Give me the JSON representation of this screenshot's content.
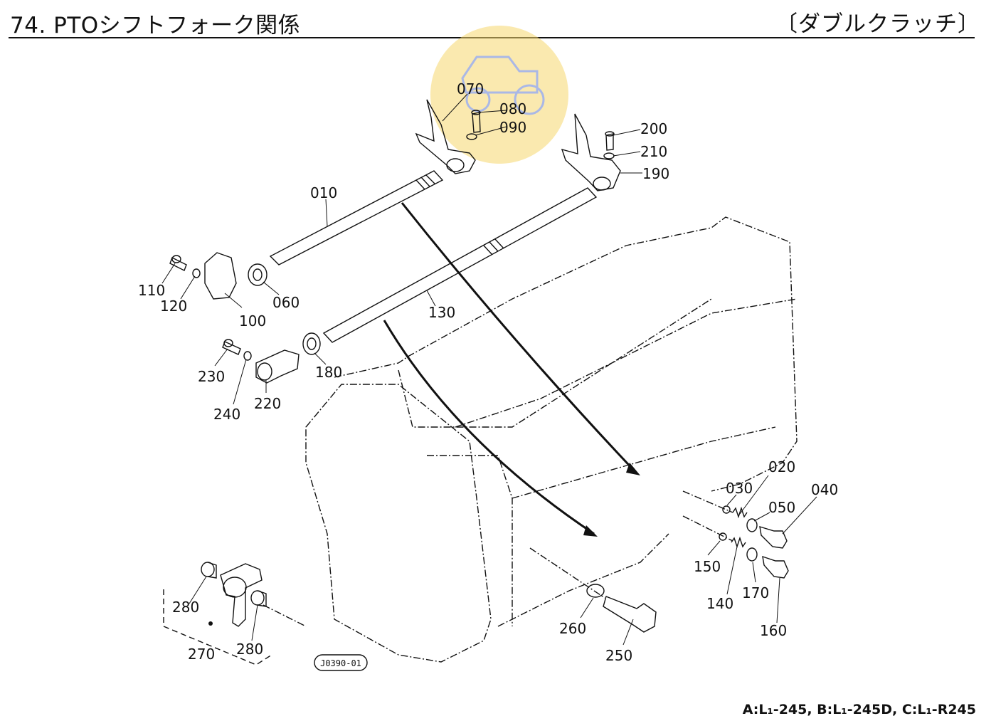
{
  "header": {
    "title": "74. PTOシフトフォーク関係",
    "variant": "〔ダブルクラッチ〕"
  },
  "parts": [
    {
      "id": "p010",
      "label": "010"
    },
    {
      "id": "p020",
      "label": "020"
    },
    {
      "id": "p030",
      "label": "030"
    },
    {
      "id": "p040",
      "label": "040"
    },
    {
      "id": "p050",
      "label": "050"
    },
    {
      "id": "p060",
      "label": "060"
    },
    {
      "id": "p070",
      "label": "070"
    },
    {
      "id": "p080",
      "label": "080"
    },
    {
      "id": "p090",
      "label": "090"
    },
    {
      "id": "p100",
      "label": "100"
    },
    {
      "id": "p110",
      "label": "110"
    },
    {
      "id": "p120",
      "label": "120"
    },
    {
      "id": "p130",
      "label": "130"
    },
    {
      "id": "p140",
      "label": "140"
    },
    {
      "id": "p150",
      "label": "150"
    },
    {
      "id": "p160",
      "label": "160"
    },
    {
      "id": "p170",
      "label": "170"
    },
    {
      "id": "p180",
      "label": "180"
    },
    {
      "id": "p190",
      "label": "190"
    },
    {
      "id": "p200",
      "label": "200"
    },
    {
      "id": "p210",
      "label": "210"
    },
    {
      "id": "p220",
      "label": "220"
    },
    {
      "id": "p230",
      "label": "230"
    },
    {
      "id": "p240",
      "label": "240"
    },
    {
      "id": "p250",
      "label": "250"
    },
    {
      "id": "p260",
      "label": "260"
    },
    {
      "id": "p270",
      "label": "270"
    },
    {
      "id": "p280a",
      "label": "280"
    },
    {
      "id": "p280b",
      "label": "280"
    }
  ],
  "diagram_code": "J0390-01",
  "footer": {
    "models": "A:L₁-245,  B:L₁-245D,  C:L₁-R245"
  },
  "colors": {
    "line": "#111111",
    "watermark": "#f5d76e"
  }
}
